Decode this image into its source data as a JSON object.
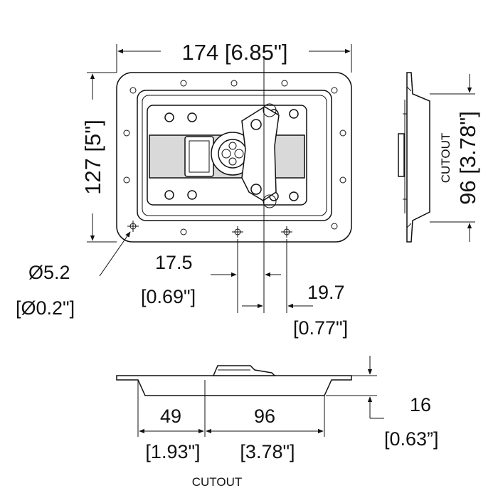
{
  "dims": {
    "width": "174 [6.85\"]",
    "height": "127 [5\"]",
    "cutout_vertical": "96 [3.78\"]",
    "cutout_label_side": "CUTOUT",
    "hole_dia": "Ø5.2",
    "hole_dia_in": "[Ø0.2\"]",
    "offset_a": "17.5",
    "offset_a_in": "[0.69\"]",
    "offset_b": "19.7",
    "offset_b_in": "[0.77\"]",
    "depth": "16",
    "depth_in": "[0.63”]",
    "bottom_a": "49",
    "bottom_a_in": "[1.93\"]",
    "bottom_b": "96",
    "bottom_b_in": "[3.78\"]",
    "cutout_label_bottom": "CUTOUT"
  }
}
